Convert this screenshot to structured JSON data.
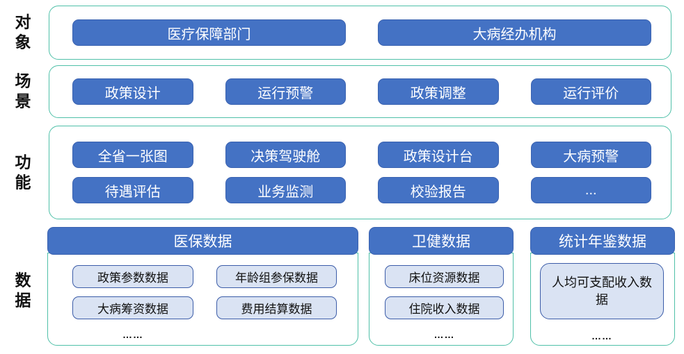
{
  "colors": {
    "accent_blue": "#4472C4",
    "accent_blue_border": "#3A62B0",
    "teal_border": "#4FC0A8",
    "chip_fill": "#DAE3F3",
    "chip_border": "#3B5CA8"
  },
  "bands": [
    {
      "label": "对象",
      "items": [
        "医疗保障部门",
        "大病经办机构"
      ]
    },
    {
      "label": "场景",
      "items": [
        "政策设计",
        "运行预警",
        "政策调整",
        "运行评价"
      ]
    },
    {
      "label": "功能",
      "items": [
        "全省一张图",
        "决策驾驶舱",
        "政策设计台",
        "大病预警",
        "待遇评估",
        "业务监测",
        "校验报告",
        "..."
      ]
    }
  ],
  "data_band": {
    "label": "数据",
    "groups": [
      {
        "title": "医保数据",
        "chips": [
          "政策参数数据",
          "年龄组参保数据",
          "大病筹资数据",
          "费用结算数据"
        ],
        "more": "……"
      },
      {
        "title": "卫健数据",
        "chips": [
          "床位资源数据",
          "住院收入数据"
        ],
        "more": "……"
      },
      {
        "title": "统计年鉴数据",
        "chips": [
          "人均可支配收入数据"
        ],
        "more": "……"
      }
    ]
  }
}
